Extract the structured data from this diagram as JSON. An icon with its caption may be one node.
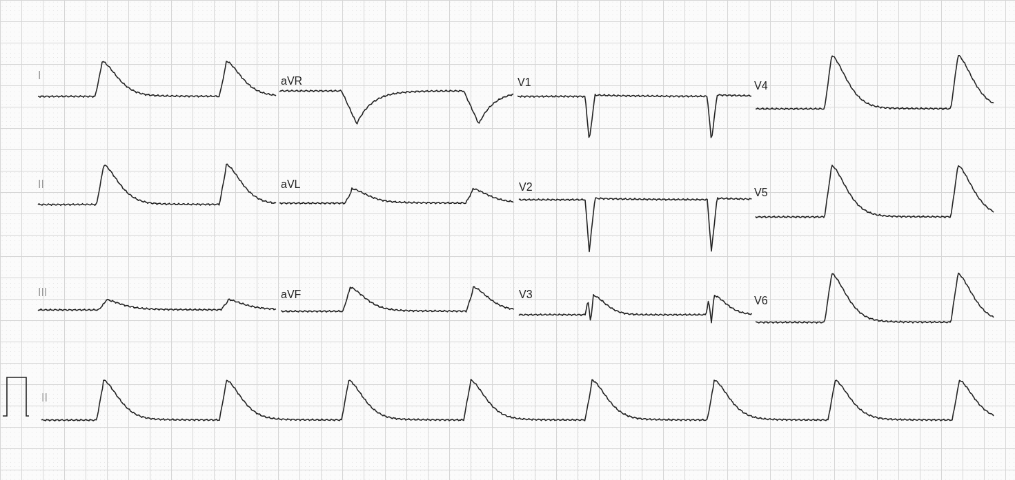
{
  "diagram": {
    "labels": [
      "I",
      "aVR",
      "V1",
      "V4",
      "II",
      "aVL",
      "V2",
      "V5",
      "III",
      "aVF",
      "V3",
      "V6",
      "II"
    ]
  }
}
